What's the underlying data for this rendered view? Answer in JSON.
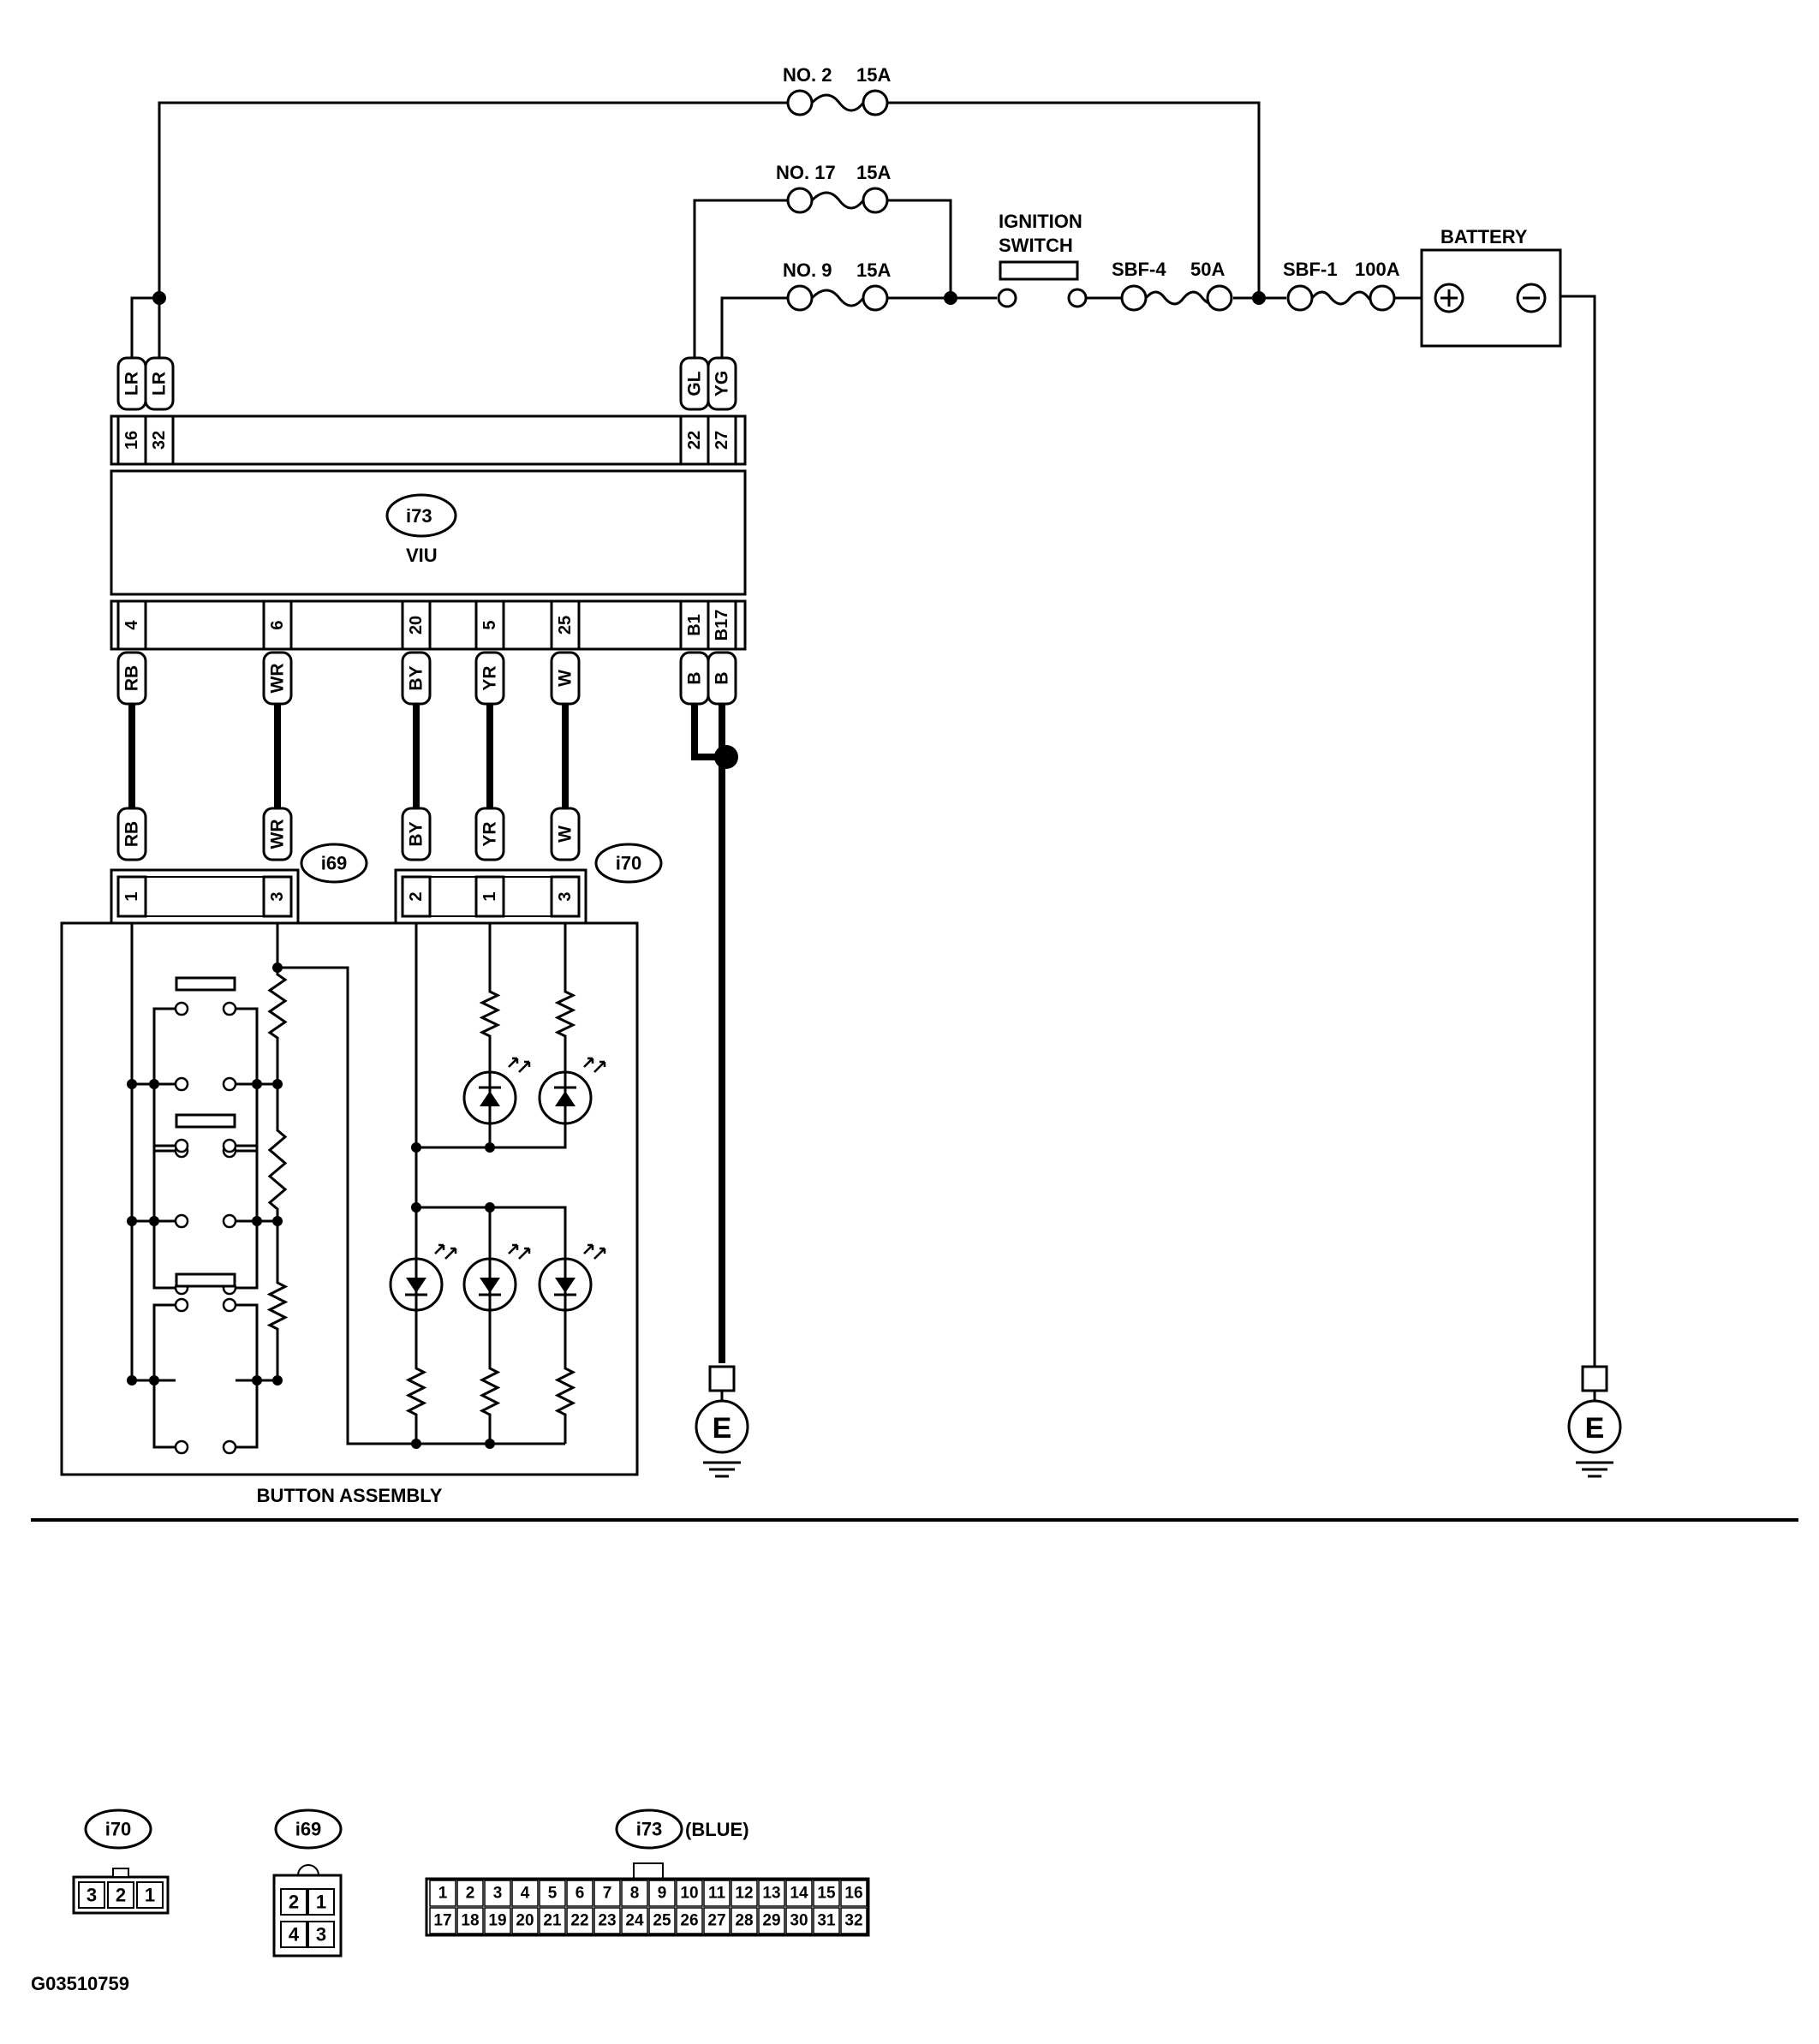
{
  "fuses": {
    "no2": {
      "name": "NO. 2",
      "rating": "15A"
    },
    "no17": {
      "name": "NO. 17",
      "rating": "15A"
    },
    "no9": {
      "name": "NO. 9",
      "rating": "15A"
    },
    "sbf4": {
      "name": "SBF-4",
      "rating": "50A"
    },
    "sbf1": {
      "name": "SBF-1",
      "rating": "100A"
    }
  },
  "ignition_switch": {
    "line1": "IGNITION",
    "line2": "SWITCH"
  },
  "battery": {
    "label": "BATTERY",
    "plus": "+",
    "minus": "−"
  },
  "viu": {
    "id": "i73",
    "label": "VIU",
    "top_pins": [
      {
        "pin": "16",
        "wire": "LR"
      },
      {
        "pin": "32",
        "wire": "LR"
      },
      {
        "pin": "22",
        "wire": "GL"
      },
      {
        "pin": "27",
        "wire": "YG"
      }
    ],
    "bottom_pins": [
      {
        "pin": "4",
        "wire": "RB"
      },
      {
        "pin": "6",
        "wire": "WR"
      },
      {
        "pin": "20",
        "wire": "BY"
      },
      {
        "pin": "5",
        "wire": "YR"
      },
      {
        "pin": "25",
        "wire": "W"
      },
      {
        "pin": "B1",
        "wire": "B"
      },
      {
        "pin": "B17",
        "wire": "B"
      }
    ]
  },
  "connectors": {
    "i69": {
      "id": "i69",
      "pins": [
        {
          "pin": "1",
          "wire": "RB"
        },
        {
          "pin": "3",
          "wire": "WR"
        }
      ]
    },
    "i70": {
      "id": "i70",
      "pins": [
        {
          "pin": "2",
          "wire": "BY"
        },
        {
          "pin": "1",
          "wire": "YR"
        },
        {
          "pin": "3",
          "wire": "W"
        }
      ]
    }
  },
  "ground": {
    "label": "E"
  },
  "button_assembly": {
    "label": "BUTTON ASSEMBLY"
  },
  "legend": {
    "i70": {
      "id": "i70",
      "pins": [
        "3",
        "2",
        "1"
      ]
    },
    "i69": {
      "id": "i69",
      "row1": [
        "2",
        "1"
      ],
      "row2": [
        "4",
        "3"
      ]
    },
    "i73": {
      "id": "i73",
      "note": "(BLUE)",
      "row1": [
        "1",
        "2",
        "3",
        "4",
        "5",
        "6",
        "7",
        "8",
        "9",
        "10",
        "11",
        "12",
        "13",
        "14",
        "15",
        "16"
      ],
      "row2": [
        "17",
        "18",
        "19",
        "20",
        "21",
        "22",
        "23",
        "24",
        "25",
        "26",
        "27",
        "28",
        "29",
        "30",
        "31",
        "32"
      ]
    }
  },
  "figure_code": "G03510759"
}
